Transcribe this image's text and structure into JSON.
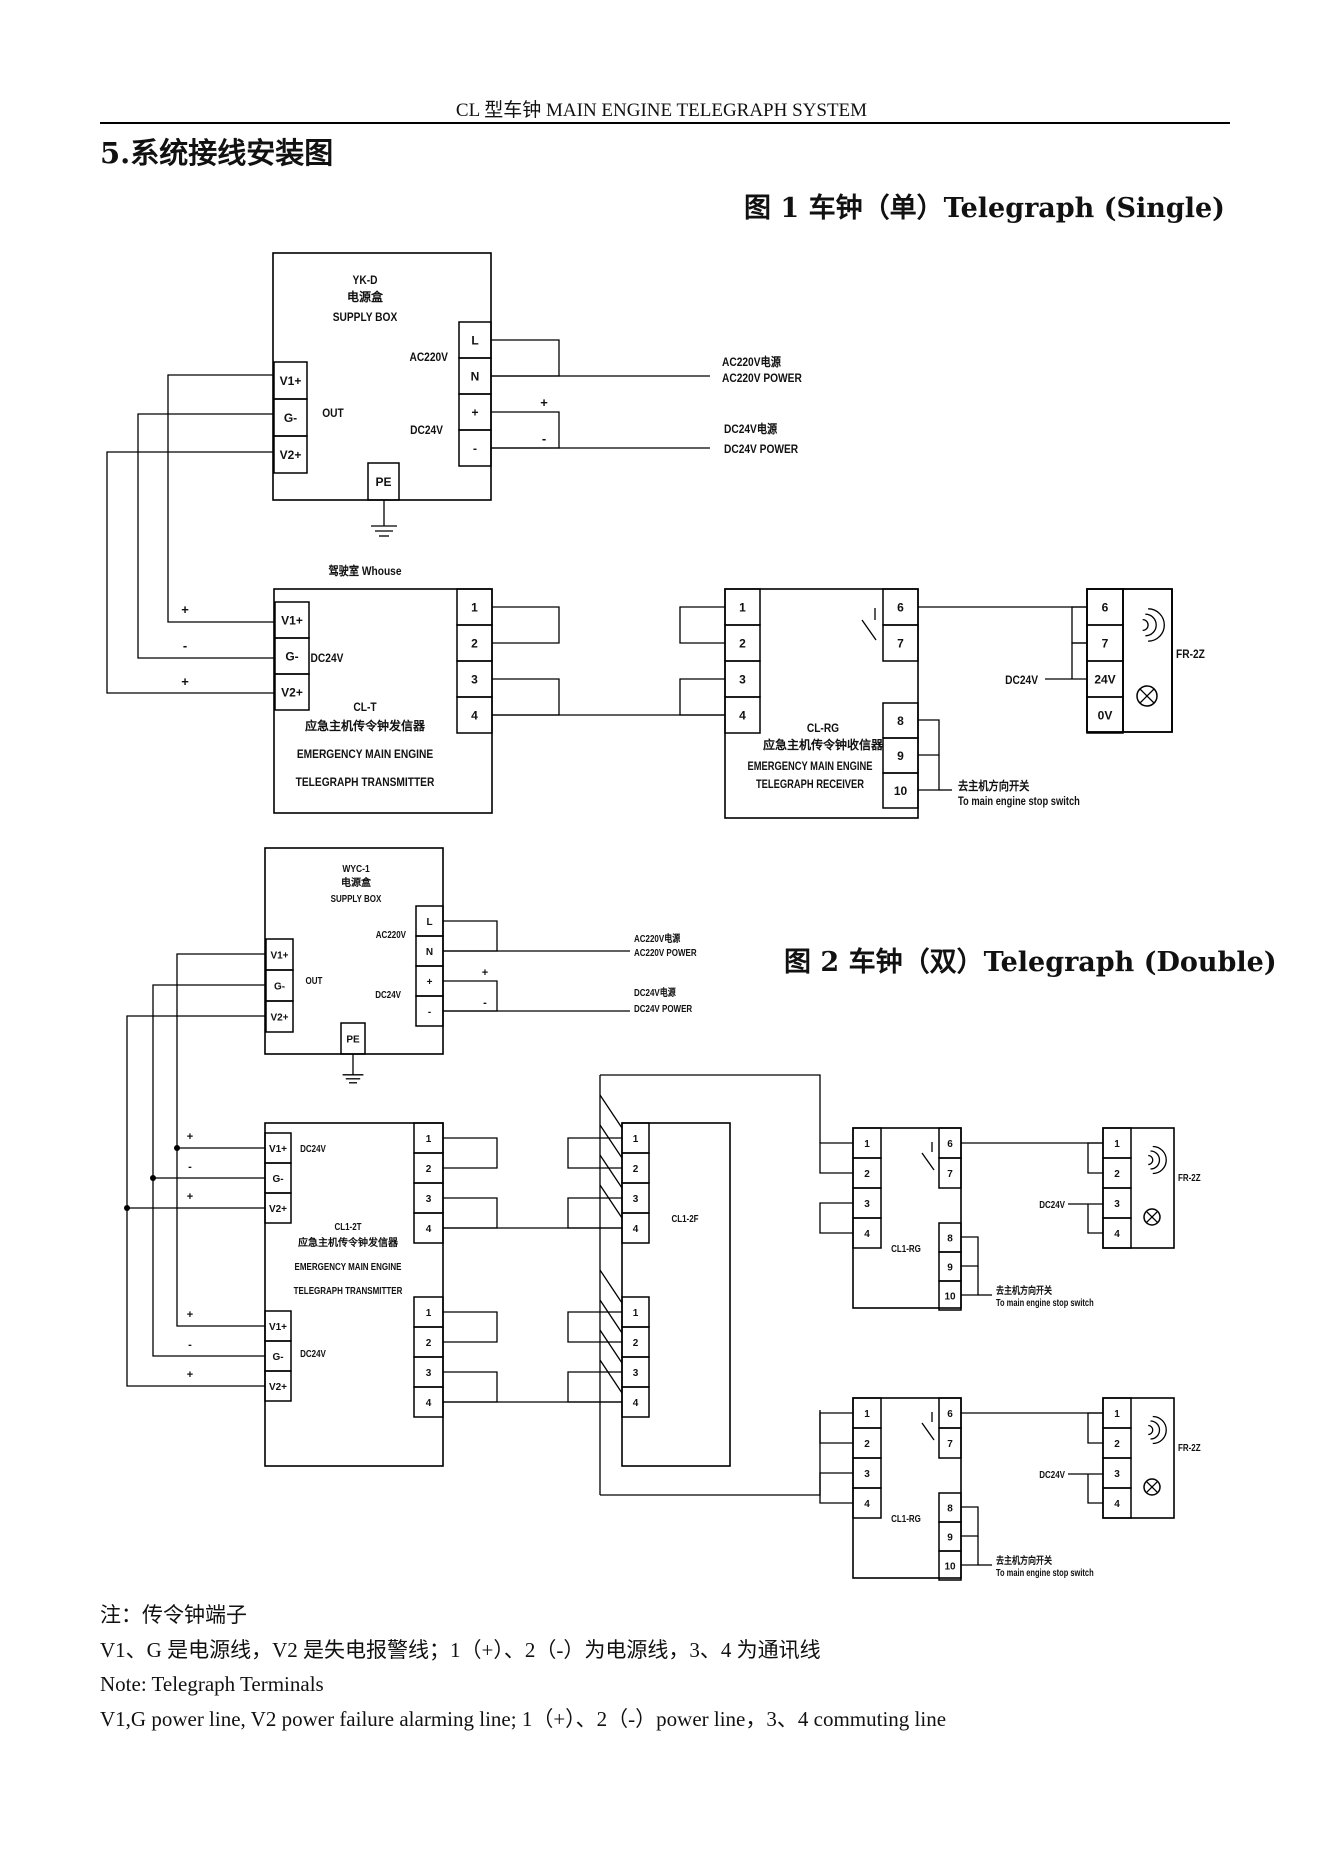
{
  "header": "CL 型车钟  MAIN ENGINE TELEGRAPH SYSTEM",
  "section_title": "5.系统接线安装图",
  "figure1": {
    "title": "图 1  车钟（单）Telegraph (Single)",
    "supply_box": {
      "model": "YK-D",
      "name_cn": "电源盒",
      "name_en": "SUPPLY BOX",
      "ac_label": "AC220V",
      "dc_label": "DC24V",
      "out_label": "OUT",
      "terminals_in": [
        "L",
        "N",
        "+",
        "-"
      ],
      "terminals_out": [
        "V1+",
        "G-",
        "V2+"
      ],
      "pe": "PE"
    },
    "ac_power": [
      "AC220V电源",
      "AC220V POWER"
    ],
    "dc_power": [
      "DC24V电源",
      "DC24V POWER"
    ],
    "wheelhouse": "驾驶室  Whouse",
    "transmitter": {
      "model": "CL-T",
      "name_cn": "应急主机传令钟发信器",
      "name_en1": "EMERGENCY MAIN ENGINE",
      "name_en2": "TELEGRAPH TRANSMITTER",
      "dc_label": "DC24V",
      "terminals_in": [
        "V1+",
        "G-",
        "V2+"
      ],
      "terminals_out": [
        "1",
        "2",
        "3",
        "4"
      ],
      "polarity": [
        "+",
        "-",
        "+"
      ]
    },
    "receiver": {
      "model": "CL-RG",
      "name_cn": "应急主机传令钟收信器",
      "name_en1": "EMERGENCY MAIN ENGINE",
      "name_en2": "TELEGRAPH RECEIVER",
      "terminals_left": [
        "1",
        "2",
        "3",
        "4"
      ],
      "terminals_right": [
        "6",
        "7",
        "8",
        "9",
        "10"
      ]
    },
    "stop_switch": [
      "去主机方向开关",
      "To main engine stop switch"
    ],
    "fr": {
      "model": "FR-2Z",
      "dc_label": "DC24V",
      "terminals": [
        "6",
        "7",
        "24V",
        "0V"
      ]
    }
  },
  "figure2": {
    "title": "图 2  车钟（双）Telegraph (Double)",
    "supply_box": {
      "model": "WYC-1",
      "name_cn": "电源盒",
      "name_en": "SUPPLY BOX",
      "ac_label": "AC220V",
      "dc_label": "DC24V",
      "out_label": "OUT",
      "terminals_in": [
        "L",
        "N",
        "+",
        "-"
      ],
      "terminals_out": [
        "V1+",
        "G-",
        "V2+"
      ],
      "pe": "PE"
    },
    "ac_power": [
      "AC220V电源",
      "AC220V POWER"
    ],
    "dc_power": [
      "DC24V电源",
      "DC24V POWER"
    ],
    "transmitter": {
      "model": "CL1-2T",
      "name_cn": "应急主机传令钟发信器",
      "name_en1": "EMERGENCY MAIN ENGINE",
      "name_en2": "TELEGRAPH TRANSMITTER",
      "dc_label": "DC24V",
      "terminals_in": [
        "V1+",
        "G-",
        "V2+"
      ],
      "terminals_out": [
        "1",
        "2",
        "3",
        "4"
      ],
      "polarity": [
        "+",
        "-",
        "+"
      ]
    },
    "splitter": {
      "model": "CL1-2F",
      "terminals": [
        "1",
        "2",
        "3",
        "4"
      ]
    },
    "receiver": {
      "model": "CL1-RG",
      "terminals_left": [
        "1",
        "2",
        "3",
        "4"
      ],
      "terminals_right": [
        "6",
        "7",
        "8",
        "9",
        "10"
      ]
    },
    "stop_switch": [
      "去主机方向开关",
      "To main engine stop switch"
    ],
    "fr": {
      "model": "FR-2Z",
      "dc_label": "DC24V",
      "terminals": [
        "1",
        "2",
        "3",
        "4"
      ]
    }
  },
  "notes": [
    "注：传令钟端子",
    "V1、G 是电源线，V2 是失电报警线；1（+）、2（-）为电源线，3、4 为通讯线",
    "Note: Telegraph Terminals",
    "V1,G power line, V2 power failure alarming line; 1（+）、2（-）power line，3、4 commuting line"
  ]
}
